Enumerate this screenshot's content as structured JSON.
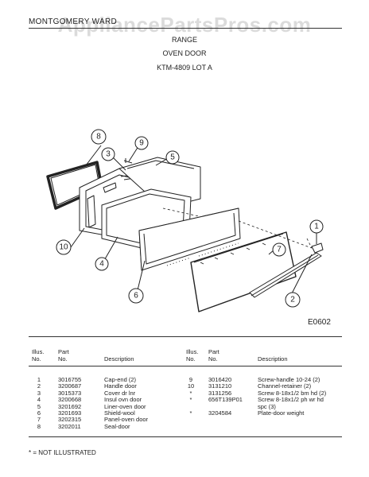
{
  "header": {
    "brand": "MONTGOMERY WARD",
    "watermark": "AppliancePartsPros.com",
    "title1": "RANGE",
    "title2": "OVEN DOOR",
    "title3": "KTM-4809 LOT A"
  },
  "diagram": {
    "figure_code": "E0602",
    "callouts": [
      "8",
      "3",
      "9",
      "5",
      "10",
      "4",
      "6",
      "1",
      "7",
      "2"
    ]
  },
  "table": {
    "headers": {
      "illus_no": "Illus.\nNo.",
      "part_no": "Part\nNo.",
      "description": "Description"
    },
    "left_rows": [
      {
        "illus": "1",
        "part": "3016755",
        "desc": "Cap-end (2)"
      },
      {
        "illus": "2",
        "part": "3200687",
        "desc": "Handle door"
      },
      {
        "illus": "3",
        "part": "3015373",
        "desc": "Cover dr lnr"
      },
      {
        "illus": "4",
        "part": "3200668",
        "desc": "Insul ovn door"
      },
      {
        "illus": "5",
        "part": "3201692",
        "desc": "Liner-oven door"
      },
      {
        "illus": "6",
        "part": "3201693",
        "desc": "Shield-wool"
      },
      {
        "illus": "7",
        "part": "3202315",
        "desc": "Panel-oven door"
      },
      {
        "illus": "8",
        "part": "3202011",
        "desc": "Seal-door"
      }
    ],
    "right_rows": [
      {
        "illus": "9",
        "part": "3016420",
        "desc": "Screw-handle 10-24 (2)"
      },
      {
        "illus": "10",
        "part": "3131210",
        "desc": "Channel-retainer (2)"
      },
      {
        "illus": "*",
        "part": "3131256",
        "desc": "Screw 8-18x1/2 bm hd (2)"
      },
      {
        "illus": "*",
        "part": "656T139P01",
        "desc": "Screw 8-18x1/2 ph wr hd"
      },
      {
        "illus": "",
        "part": "",
        "desc": "spc (3)"
      },
      {
        "illus": "*",
        "part": "3204584",
        "desc": "Plate-door weight"
      }
    ]
  },
  "footnote": "* = NOT ILLUSTRATED"
}
